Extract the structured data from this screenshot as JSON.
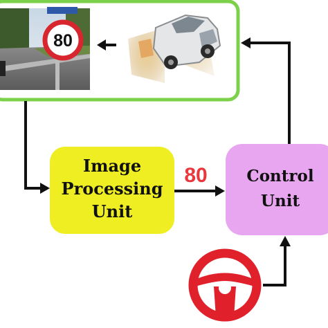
{
  "camera_panel": {
    "sign_text": "80",
    "border_color": "#7cd14a"
  },
  "image_processing_unit": {
    "lines": [
      "Image",
      "Processing",
      "Unit"
    ],
    "fill_color": "#eeee22"
  },
  "speed_output": {
    "value": "80",
    "color": "#e8383d"
  },
  "control_unit": {
    "lines": [
      "Control",
      "Unit"
    ],
    "fill_color": "#e7a6ef"
  },
  "steering_wheel": {
    "icon": "steering-wheel-icon",
    "color": "#e0202a"
  }
}
